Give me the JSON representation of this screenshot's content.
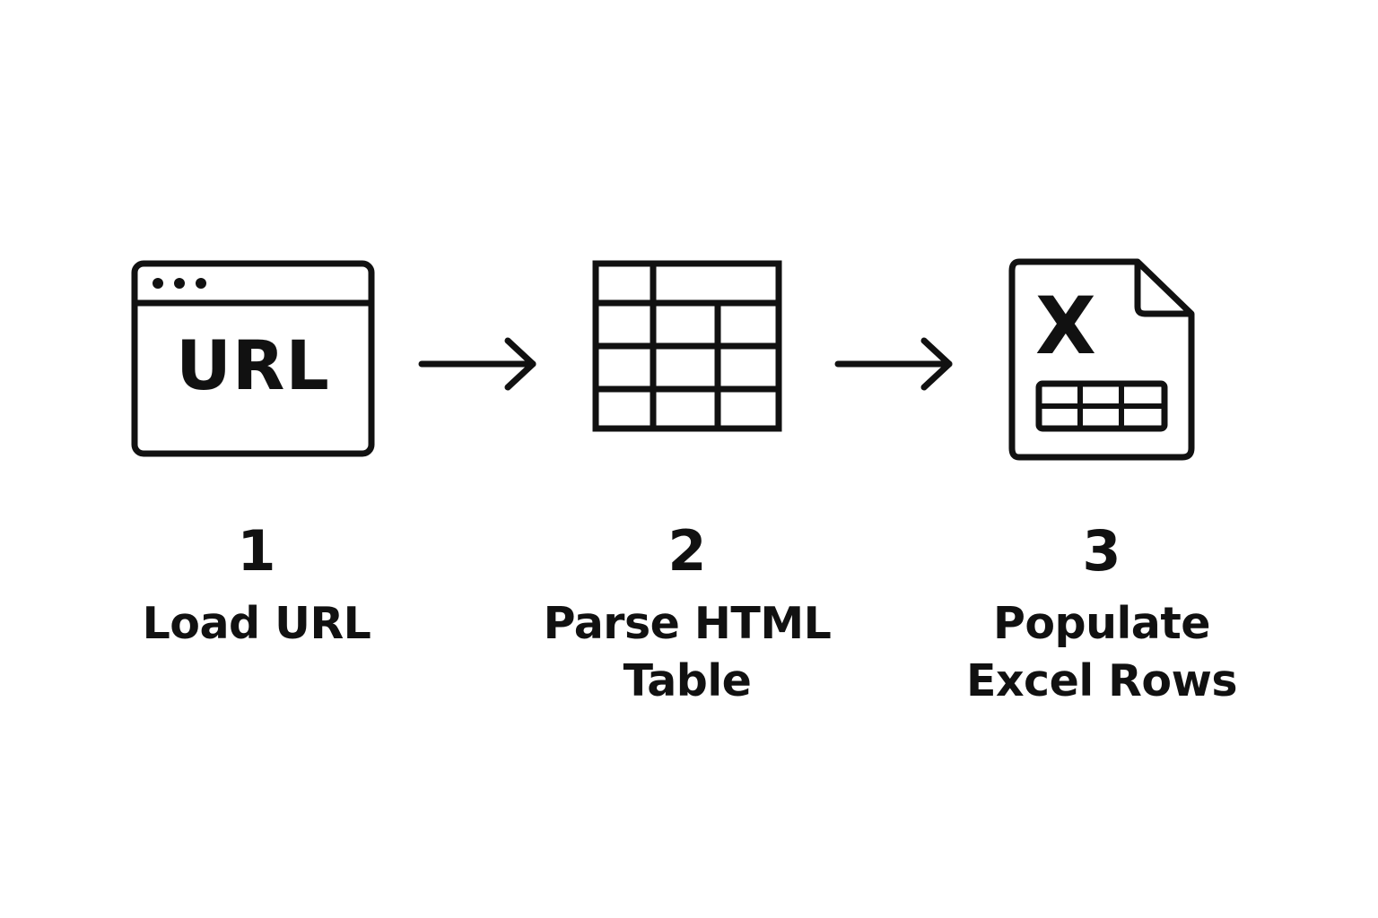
{
  "icons": {
    "browser": {
      "name": "browser-window-icon",
      "text": "URL"
    },
    "table": {
      "name": "html-table-icon"
    },
    "excel": {
      "name": "excel-file-icon",
      "text": "X"
    },
    "arrow": {
      "name": "right-arrow-icon"
    }
  },
  "steps": [
    {
      "number": "1",
      "label_lines": [
        "Load URL"
      ]
    },
    {
      "number": "2",
      "label_lines": [
        "Parse HTML",
        "Table"
      ]
    },
    {
      "number": "3",
      "label_lines": [
        "Populate",
        "Excel Rows"
      ]
    }
  ],
  "colors": {
    "stroke": "#111111",
    "background": "#ffffff"
  }
}
